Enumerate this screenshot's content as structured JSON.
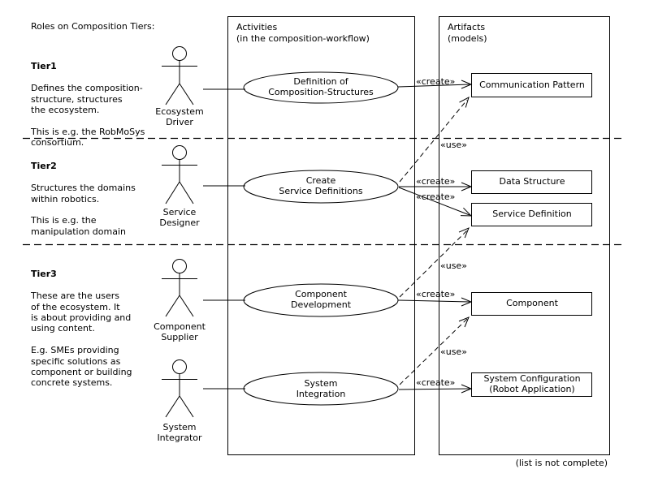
{
  "page": {
    "title": "Roles on Composition Tiers:",
    "footer_note": "(list is not complete)",
    "colors": {
      "ink": "#000000",
      "background": "#ffffff"
    }
  },
  "tiers": [
    {
      "heading": "Tier1",
      "body": "Defines the composition-\nstructure, structures\nthe ecosystem.\n\nThis is e.g. the RobMoSys\nconsortium."
    },
    {
      "heading": "Tier2",
      "body": "Structures the domains\nwithin robotics.\n\nThis is e.g. the\nmanipulation domain"
    },
    {
      "heading": "Tier3",
      "body": "These are the users\nof the ecosystem. It\nis about providing and\nusing content.\n\nE.g. SMEs providing\nspecific solutions as\ncomponent or building\nconcrete systems."
    }
  ],
  "columns": {
    "activities_header": "Activities\n(in the composition-workflow)",
    "artifacts_header": "Artifacts\n(models)"
  },
  "actors": [
    {
      "label": "Ecosystem\nDriver"
    },
    {
      "label": "Service\nDesigner"
    },
    {
      "label": "Component\nSupplier"
    },
    {
      "label": "System\nIntegrator"
    }
  ],
  "activities": [
    {
      "label": "Definition of\nComposition-Structures"
    },
    {
      "label": "Create\nService Definitions"
    },
    {
      "label": "Component\nDevelopment"
    },
    {
      "label": "System\nIntegration"
    }
  ],
  "artifacts": [
    {
      "label": "Communication Pattern"
    },
    {
      "label": "Data Structure"
    },
    {
      "label": "Service Definition"
    },
    {
      "label": "Component"
    },
    {
      "label": "System Configuration\n(Robot Application)"
    }
  ],
  "stereotypes": {
    "create": "«create»",
    "use": "«use»"
  }
}
